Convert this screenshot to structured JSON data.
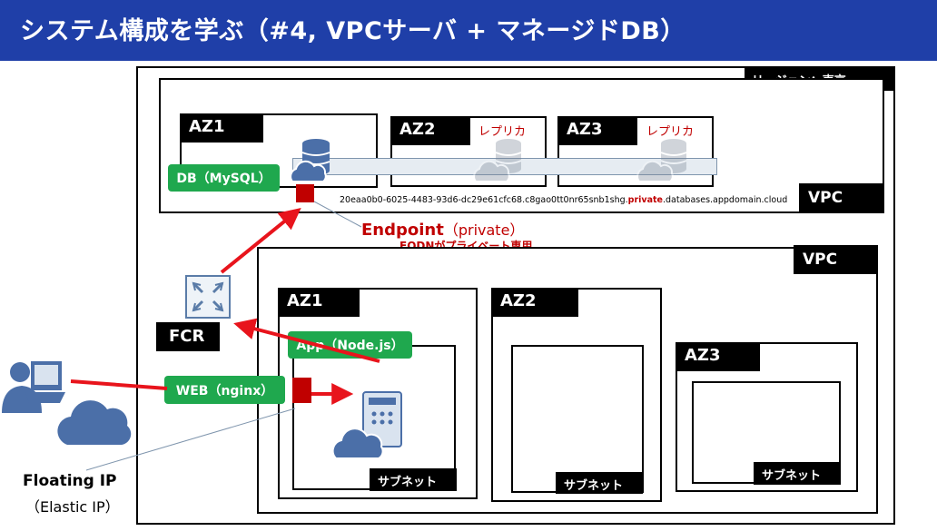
{
  "header": {
    "title": "システム構成を学ぶ（#4, VPCサーバ + マネージドDB）",
    "bg_color": "#1f3fa8"
  },
  "region": {
    "label": "リージョン：東京"
  },
  "db_vpc": {
    "label": "VPC",
    "zones": [
      {
        "label": "AZ1",
        "replica": ""
      },
      {
        "label": "AZ2",
        "replica": "レプリカ"
      },
      {
        "label": "AZ3",
        "replica": "レプリカ"
      }
    ],
    "db_tag": "DB（MySQL）",
    "fqdn_prefix": "20eaa0b0-6025-4483-93d6-dc29e61cfc68.c8gao0tt0nr65snb1shg.",
    "fqdn_private": "private",
    "fqdn_suffix": ".databases.appdomain.cloud"
  },
  "endpoint": {
    "label": "Endpoint",
    "label_paren": "（private）",
    "note": "FQDNがプライベート専用"
  },
  "app_vpc": {
    "label": "VPC",
    "zones": [
      {
        "label": "AZ1",
        "subnet": "サブネット"
      },
      {
        "label": "AZ2",
        "subnet": "サブネット"
      },
      {
        "label": "AZ3",
        "subnet": "サブネット"
      }
    ],
    "app_tag": "App（Node.js）",
    "web_tag": "WEB（nginx）"
  },
  "fcr": {
    "label": "FCR"
  },
  "floating_ip": {
    "label": "Floating IP",
    "sub": "（Elastic IP）"
  },
  "colors": {
    "accent_red": "#e8141c",
    "port_red": "#c00000",
    "tag_green": "#1fa84e",
    "icon_blue": "#4b6fa8"
  }
}
